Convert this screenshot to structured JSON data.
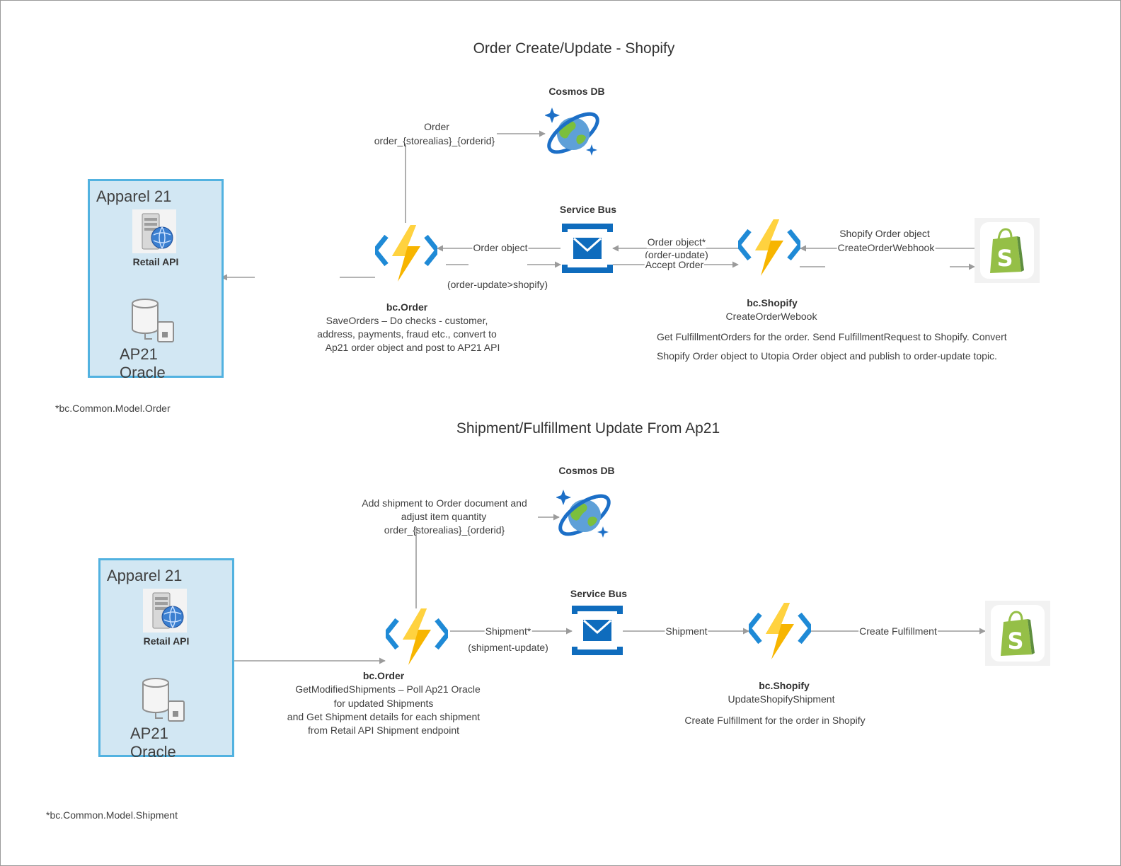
{
  "diagram_top": {
    "title": "Order Create/Update - Shopify",
    "apparel": {
      "title": "Apparel 21",
      "api_label": "Retail API",
      "db_label": "AP21 Oracle"
    },
    "cosmos": {
      "label": "Cosmos DB"
    },
    "cosmos_edge": {
      "line1": "Order",
      "line2": "order_{storealias}_{orderid}"
    },
    "servicebus": {
      "label": "Service Bus"
    },
    "order_fn": {
      "title": "bc.Order",
      "line1": "SaveOrders – Do checks - customer,",
      "line2": "address, payments, fraud etc., convert to",
      "line3": "Ap21 order object and post to AP21 API"
    },
    "edge_order_object": "Order object",
    "edge_order_update_shopify": "(order-update>shopify)",
    "edge_order_object_star": "Order object*",
    "edge_order_update": "(order-update)",
    "edge_accept_order": "Accept Order",
    "shopify_fn": {
      "title": "bc.Shopify",
      "subtitle": "CreateOrderWebook",
      "line1": "Get FulfillmentOrders for the order. Send FulfillmentRequest to Shopify. Convert",
      "line2": "Shopify Order object to Utopia Order object and publish to order-update topic."
    },
    "edge_shopify_order": "Shopify Order object",
    "edge_create_webhook": "CreateOrderWebhook",
    "footnote": "*bc.Common.Model.Order"
  },
  "diagram_bottom": {
    "title": "Shipment/Fulfillment Update From Ap21",
    "apparel": {
      "title": "Apparel 21",
      "api_label": "Retail API",
      "db_label": "AP21 Oracle"
    },
    "cosmos": {
      "label": "Cosmos DB"
    },
    "cosmos_edge": {
      "line1": "Add shipment to Order document and",
      "line2": "adjust item quantity",
      "line3": "order_{storealias}_{orderid}"
    },
    "servicebus": {
      "label": "Service Bus"
    },
    "order_fn": {
      "title": "bc.Order",
      "line1": "GetModifiedShipments – Poll Ap21 Oracle",
      "line2": "for updated Shipments",
      "line3": "and Get Shipment details for each shipment",
      "line4": "from Retail API Shipment endpoint"
    },
    "edge_shipment_star": "Shipment*",
    "edge_shipment_update": "(shipment-update)",
    "edge_shipment": "Shipment",
    "shopify_fn": {
      "title": "bc.Shopify",
      "subtitle": "UpdateShopifyShipment",
      "line1": "Create Fulfillment for the order in Shopify"
    },
    "edge_create_fulfillment": "Create Fulfillment",
    "footnote": "*bc.Common.Model.Shipment"
  },
  "colors": {
    "box_fill": "#d2e7f3",
    "box_border": "#52b2e0",
    "azure_blue": "#0f6cbd",
    "function_yellow": "#f7b500",
    "shopify_green": "#95bf47",
    "connector_gray": "#9b9b9b"
  },
  "icons": [
    "server-globe-icon",
    "database-device-icon",
    "cosmos-db-icon",
    "service-bus-icon",
    "azure-function-icon",
    "shopify-icon"
  ]
}
